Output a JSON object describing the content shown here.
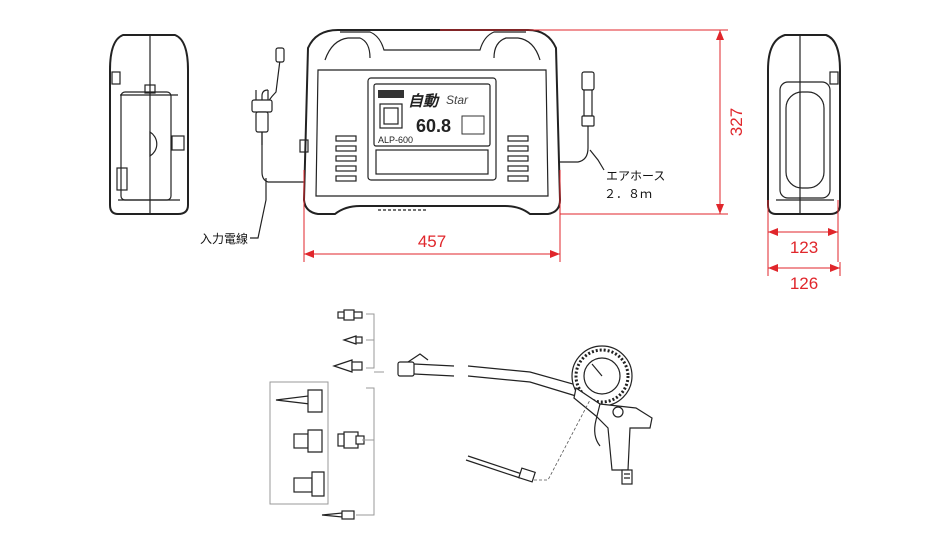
{
  "labels": {
    "power_cord": "入力電線",
    "air_hose": "エアホース",
    "air_hose_length": "２．８ｍ"
  },
  "dimensions": {
    "width": "457",
    "height": "327",
    "depth_inner": "123",
    "depth_outer": "126"
  },
  "panel": {
    "model": "ALP-600",
    "capacity": "60.8"
  },
  "colors": {
    "dimension": "#e0262b",
    "line": "#222222"
  }
}
